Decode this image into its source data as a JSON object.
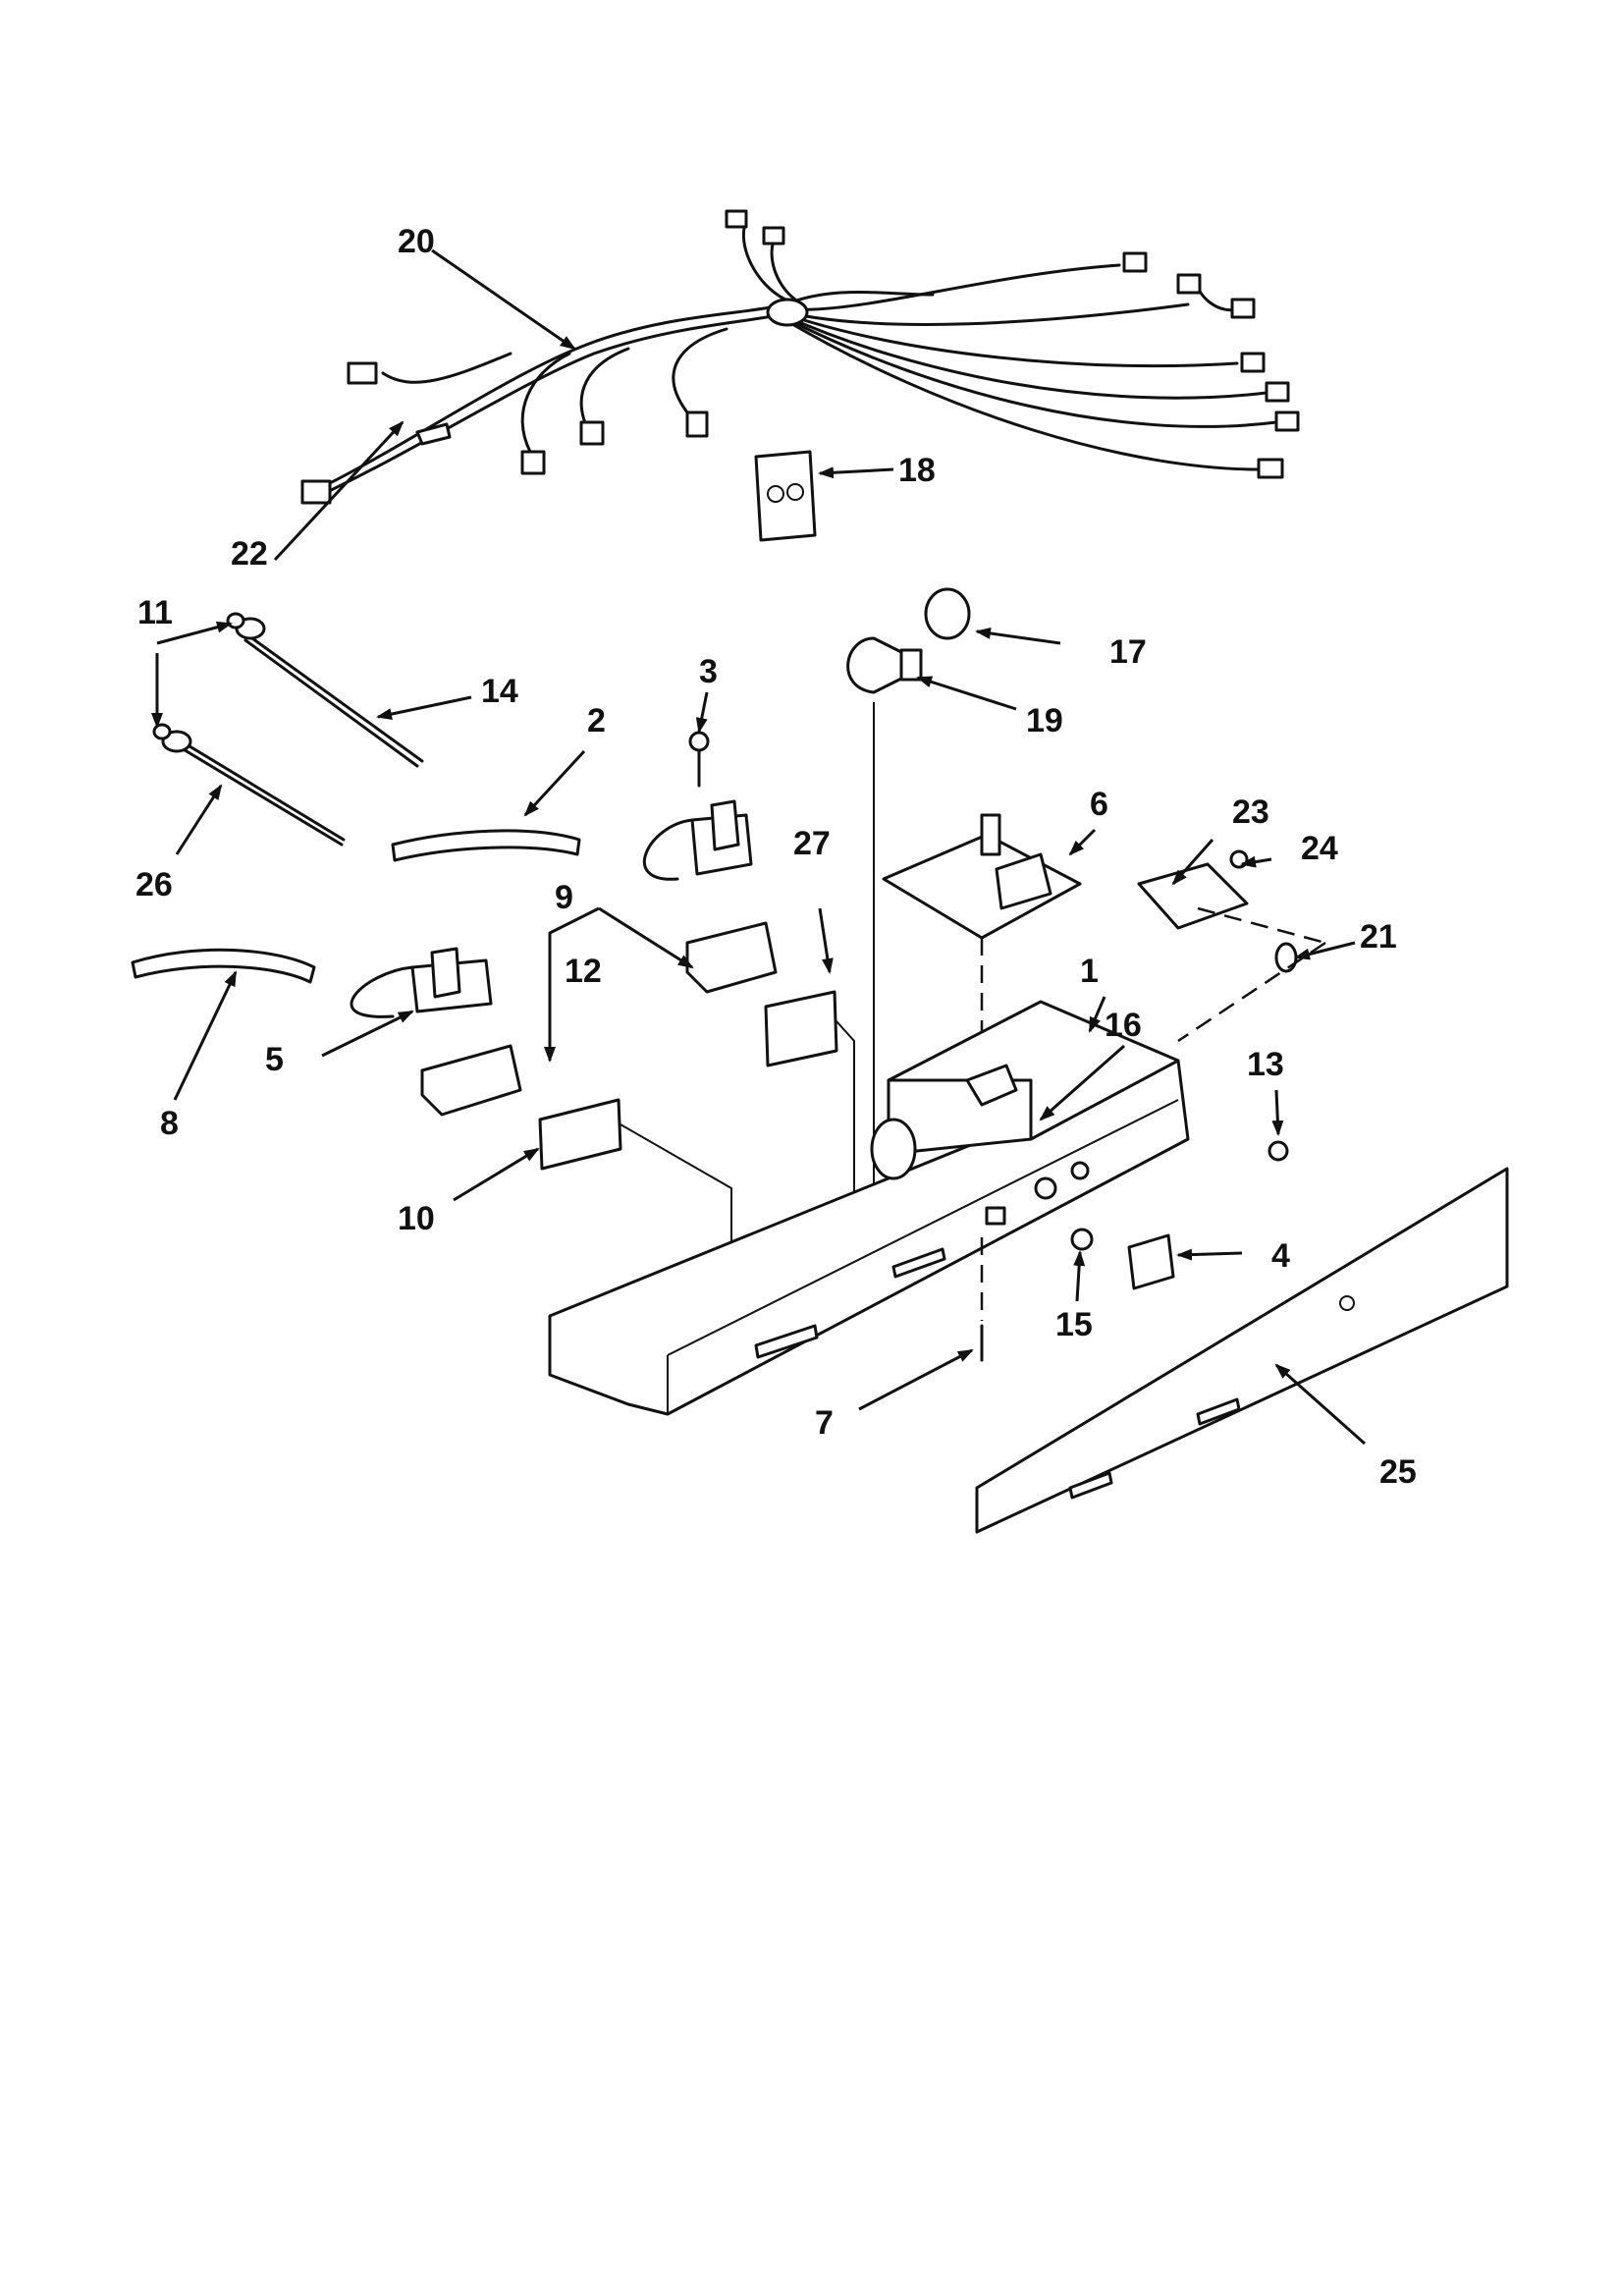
{
  "diagram": {
    "labels": [
      "1",
      "2",
      "3",
      "4",
      "5",
      "6",
      "7",
      "8",
      "9",
      "10",
      "11",
      "12",
      "13",
      "14",
      "15",
      "16",
      "17",
      "18",
      "19",
      "20",
      "21",
      "22",
      "23",
      "24",
      "25",
      "26",
      "27"
    ]
  },
  "colors": {
    "ink": "#111111",
    "paper": "#ffffff"
  }
}
